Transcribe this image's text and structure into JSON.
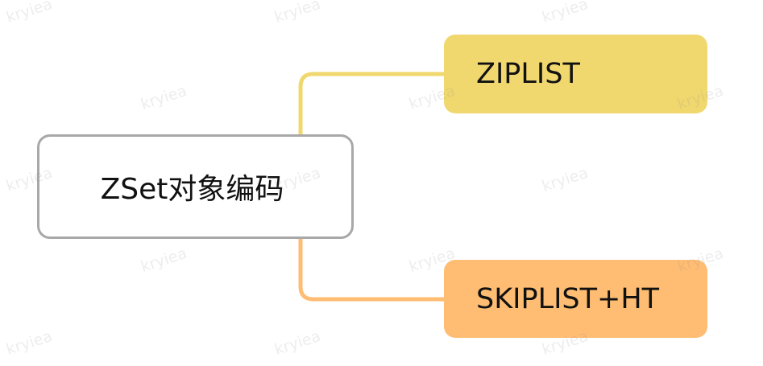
{
  "root": {
    "label": "ZSet对象编码",
    "border_color": "#a8a8a8"
  },
  "children": [
    {
      "label": "ZIPLIST",
      "color": "#f0d86e"
    },
    {
      "label": "SKIPLIST+HT",
      "color": "#ffbd73"
    }
  ],
  "watermark": "kryiea"
}
